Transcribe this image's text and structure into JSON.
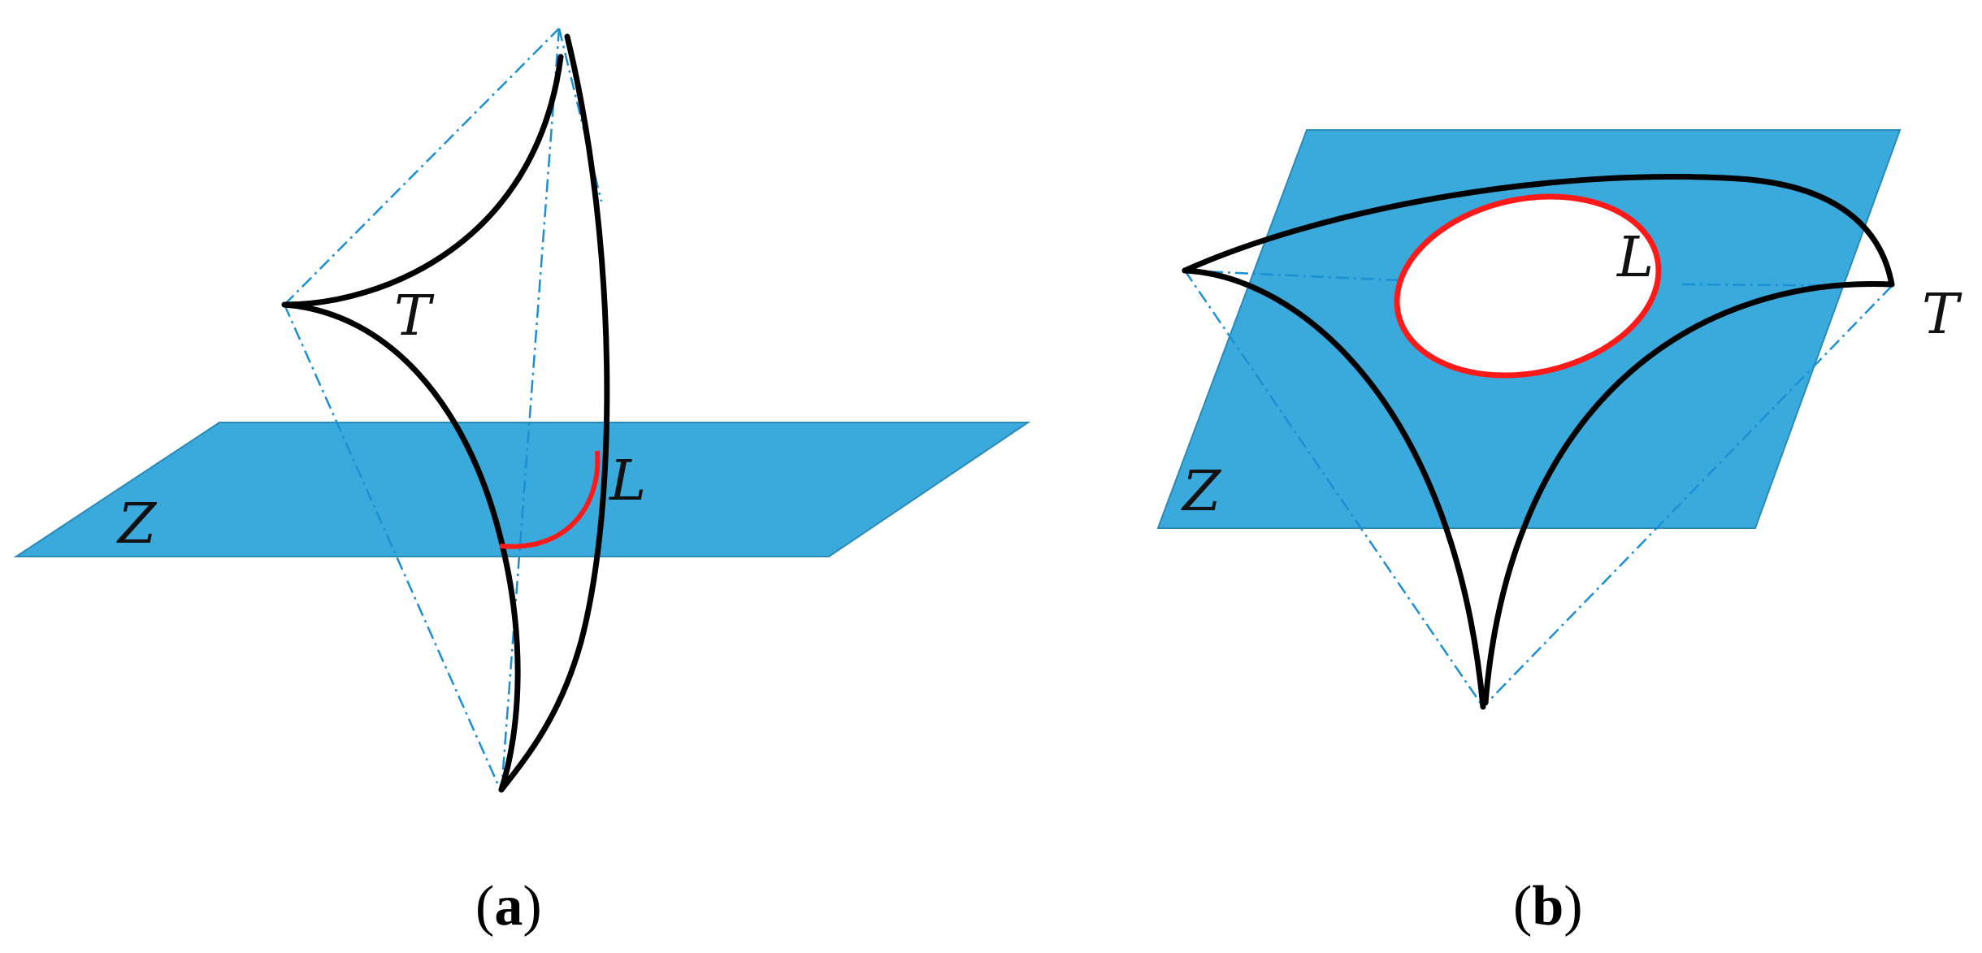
{
  "colors": {
    "plane": "#3aaadc",
    "curve": "#000000",
    "loop": "#ff1a1a",
    "guide": "#1a8fd4"
  },
  "panel_a": {
    "plane_label": "Z",
    "surface_label": "T",
    "curve_label": "L",
    "caption_letter": "a"
  },
  "panel_b": {
    "plane_label": "Z",
    "surface_label": "T",
    "curve_label": "L",
    "caption_letter": "b"
  },
  "caption_open": "(",
  "caption_close": ")"
}
